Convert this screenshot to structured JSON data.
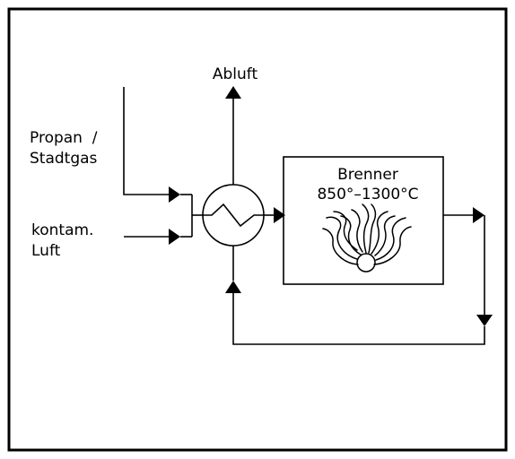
{
  "labels": {
    "exhaust": "Abluft",
    "fuel_line1": "Propan  /",
    "fuel_line2": "Stadtgas",
    "air_line1": "kontam.",
    "air_line2": "Luft",
    "burner_title": "Brenner",
    "burner_temp": "850°–1300°C"
  },
  "icons": {
    "heat_exchanger": "heat-exchanger-icon",
    "flame": "flame-icon"
  }
}
